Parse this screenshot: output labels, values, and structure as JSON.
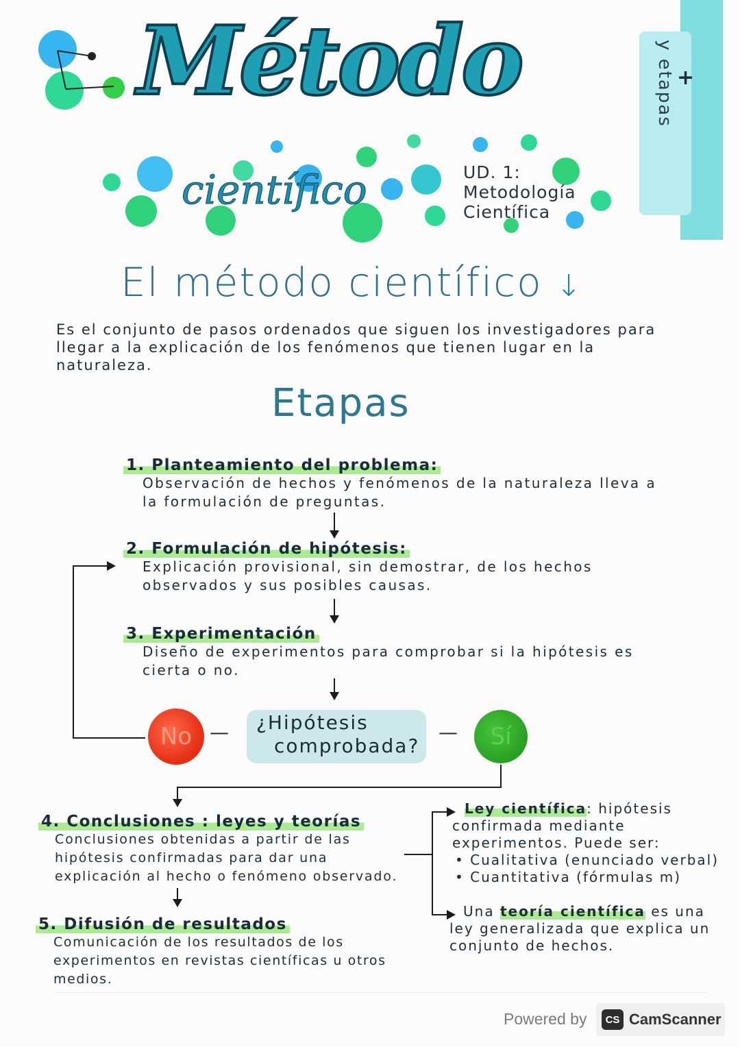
{
  "header": {
    "title": "Método",
    "subtitle": "científico",
    "unit_label": "UD. 1:",
    "unit_name_1": "Metodología",
    "unit_name_2": "Científica",
    "side_tab": "y etapas",
    "side_plus": "+"
  },
  "section_title": "El método científico",
  "section_arrow": "↓",
  "intro": "Es el conjunto de pasos ordenados que siguen los investigadores para llegar a la explicación de los fenómenos que tienen lugar en la naturaleza.",
  "stages_title": "Etapas",
  "steps": [
    {
      "title": "1. Planteamiento del problema:",
      "body": "Observación de hechos y fenómenos de la naturaleza lleva a la formulación de preguntas."
    },
    {
      "title": "2. Formulación de hipótesis:",
      "body": "Explicación provisional, sin demostrar, de los hechos observados y sus posibles causas."
    },
    {
      "title": "3. Experimentación",
      "body": "Diseño de experimentos para comprobar si la hipótesis es cierta o no."
    },
    {
      "title": "4. Conclusiones : leyes y teorías",
      "body": "Conclusiones obtenidas a partir de las hipótesis confirmadas para dar una explicación al hecho o fenómeno observado."
    },
    {
      "title": "5. Difusión de resultados",
      "body": "Comunicación de los resultados de los experimentos en revistas científicas u otros medios."
    }
  ],
  "decision": {
    "line1": "¿Hipótesis",
    "line2": "comprobada?",
    "no": "No",
    "yes": "Sí",
    "dash": "—"
  },
  "law": {
    "term": "Ley científica",
    "text": ": hipótesis confirmada mediante experimentos. Puede ser:",
    "bullet1": "Cualitativa (enunciado verbal)",
    "bullet2": "Cuantitativa (fórmulas m)"
  },
  "theory": {
    "prefix": "Una",
    "term": "teoría científica",
    "text": "es una ley generalizada que explica un conjunto de hechos."
  },
  "footer": {
    "powered": "Powered by",
    "logo": "CS",
    "brand": "CamScanner"
  },
  "colors": {
    "accent": "#1e9fb3",
    "highlight": "#a9ea93",
    "no": "#e63015",
    "yes": "#2aa324",
    "tab": "#7fdde0"
  }
}
